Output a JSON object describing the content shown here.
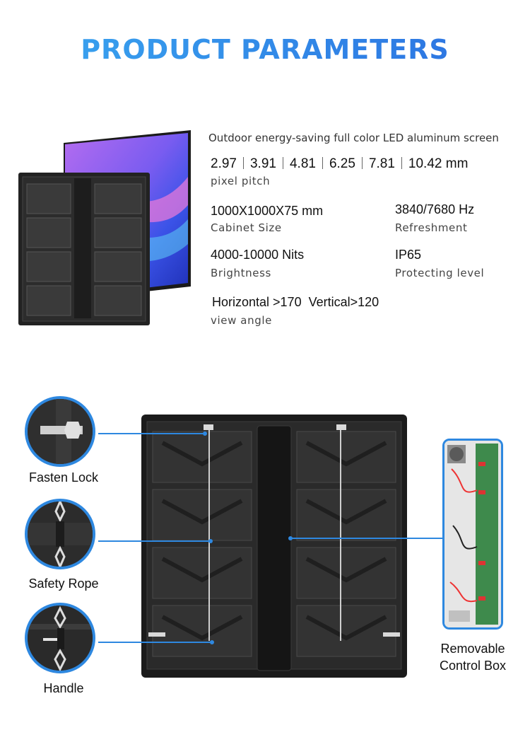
{
  "header": {
    "title": "PRODUCT PARAMETERS"
  },
  "specs": {
    "subtitle": "Outdoor energy-saving full color LED aluminum screen",
    "pitches": [
      "2.97",
      "3.91",
      "4.81",
      "6.25",
      "7.81",
      "10.42 mm"
    ],
    "pitch_label": "pixel pitch",
    "cabinet_size": {
      "value": "1000X1000X75 mm",
      "label": "Cabinet Size"
    },
    "refresh": {
      "value": "3840/7680 Hz",
      "label": "Refreshment"
    },
    "brightness": {
      "value": "4000-10000 Nits",
      "label": "Brightness"
    },
    "protection": {
      "value": "IP65",
      "label": "Protecting level"
    },
    "view_angle": {
      "value": "Horizontal >170  Vertical>120",
      "label": "view angle"
    }
  },
  "features": {
    "fasten_lock": "Fasten Lock",
    "safety_rope": "Safety Rope",
    "handle": "Handle",
    "control_box_line1": "Removable",
    "control_box_line2": "Control Box"
  },
  "colors": {
    "accent": "#2e88e0",
    "title_gradient_start": "#3aa7f0",
    "title_gradient_end": "#2b6fe0"
  }
}
